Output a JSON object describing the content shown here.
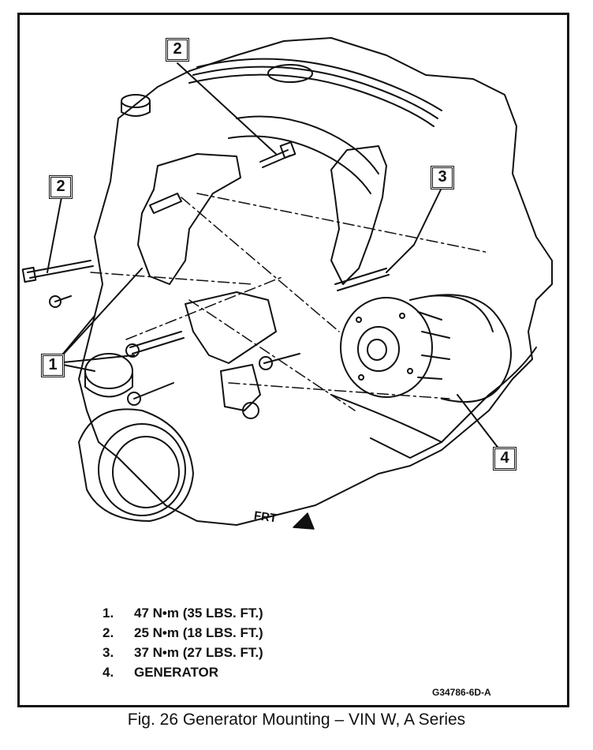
{
  "callouts": {
    "c1": "1",
    "c2a": "2",
    "c2b": "2",
    "c3": "3",
    "c4": "4"
  },
  "frt_label": "FRT",
  "legend": [
    {
      "num": "1.",
      "text": "47 N•m (35 LBS. FT.)"
    },
    {
      "num": "2.",
      "text": "25 N•m (18 LBS. FT.)"
    },
    {
      "num": "3.",
      "text": "37 N•m (27 LBS. FT.)"
    },
    {
      "num": "4.",
      "text": "GENERATOR"
    }
  ],
  "figure_code": "G34786-6D-A",
  "caption": "Fig. 26 Generator Mounting – VIN W, A Series"
}
